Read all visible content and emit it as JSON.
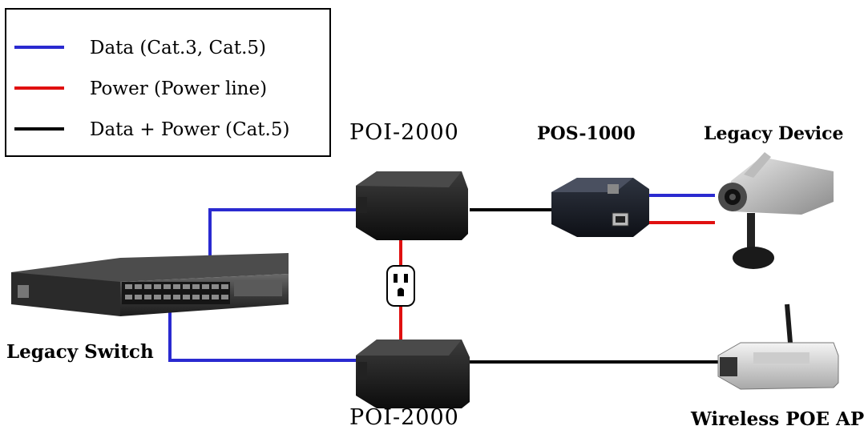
{
  "legend": {
    "items": [
      {
        "label": "Data (Cat.3, Cat.5)",
        "color": "#2a2ad0"
      },
      {
        "label": "Power (Power line)",
        "color": "#e01010"
      },
      {
        "label": "Data + Power (Cat.5)",
        "color": "#000000"
      }
    ]
  },
  "labels": {
    "poi_top": "POI-2000",
    "poi_bottom": "POI-2000",
    "pos": "POS-1000",
    "legacy_device": "Legacy Device",
    "legacy_switch": "Legacy Switch",
    "wireless_ap": "Wireless POE AP"
  },
  "colors": {
    "data": "#2a2ad0",
    "power": "#e01010",
    "data_power": "#000000"
  }
}
